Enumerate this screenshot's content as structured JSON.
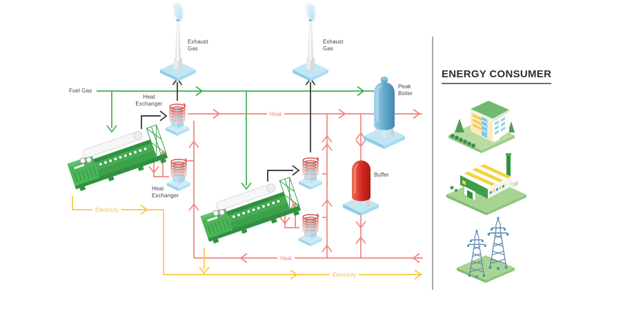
{
  "diagram": {
    "labels": {
      "fuel_gas": "Fuel Gas",
      "exhaust_gas_left": "Exhaust Gas",
      "exhaust_gas_right": "Exhaust Gas",
      "heat_exchanger_top": "Heat Exchanger",
      "heat_exchanger_bottom": "Heat Exchanger",
      "peak_boiler": "Peak Boiler",
      "buffer": "Buffer",
      "heat_supply": "Heat",
      "heat_return": "Heat",
      "electricity_engine": "Electricity",
      "electricity_bus": "Electricity"
    },
    "colors": {
      "fuel_gas_line": "#3FAE49",
      "heat_line": "#F2837B",
      "electricity_line": "#FBC541",
      "exhaust_line": "#414042",
      "equipment_blue": "#C3E6F4",
      "boiler_blue": "#5EA7CB",
      "buffer_red": "#D5281E",
      "engine_green": "#45AD52"
    },
    "components": [
      "gas-engine-1",
      "gas-engine-2",
      "heat-exchanger-1",
      "heat-exchanger-2",
      "heat-exchanger-3",
      "heat-exchanger-4",
      "exhaust-stack-1",
      "exhaust-stack-2",
      "peak-boiler",
      "buffer-tank"
    ]
  },
  "consumer_panel": {
    "title": "ENERGY CONSUMER",
    "icons": [
      "office-building-icon",
      "factory-icon",
      "power-grid-icon"
    ]
  }
}
